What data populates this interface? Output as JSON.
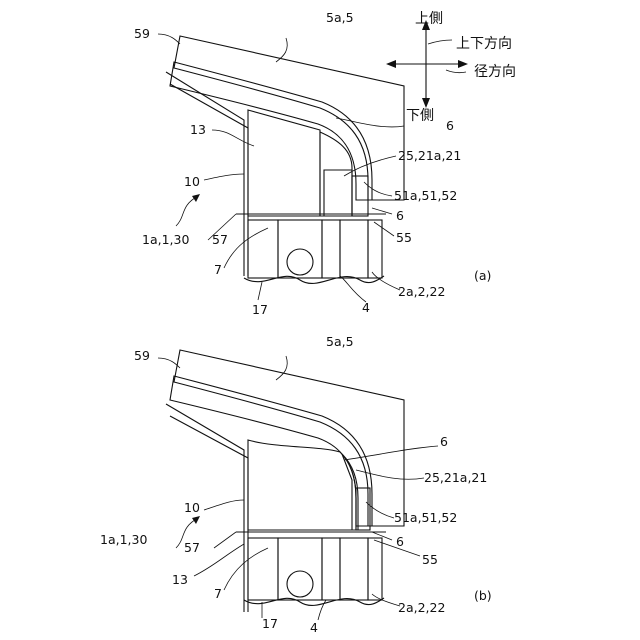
{
  "direction_legend": {
    "up": "上側",
    "down": "下側",
    "vertical": "上下方向",
    "radial": "径方向"
  },
  "figure_a": {
    "caption": "(a)",
    "labels": {
      "l59": "59",
      "l5a": "5a,5",
      "l13": "13",
      "l10": "10",
      "l1a": "1a,1,30",
      "l57": "57",
      "l7": "7",
      "l17": "17",
      "l4": "4",
      "l2a": "2a,2,22",
      "l55": "55",
      "l6b": "6",
      "l51": "51a,51,52",
      "l25": "25,21a,21",
      "l6a": "6"
    }
  },
  "figure_b": {
    "caption": "(b)",
    "labels": {
      "l59": "59",
      "l5a": "5a,5",
      "l6a": "6",
      "l25": "25,21a,21",
      "l10": "10",
      "l1a": "1a,1,30",
      "l57": "57",
      "l13": "13",
      "l7": "7",
      "l17": "17",
      "l4": "4",
      "l2a": "2a,2,22",
      "l55": "55",
      "l6b": "6",
      "l51": "51a,51,52"
    }
  }
}
